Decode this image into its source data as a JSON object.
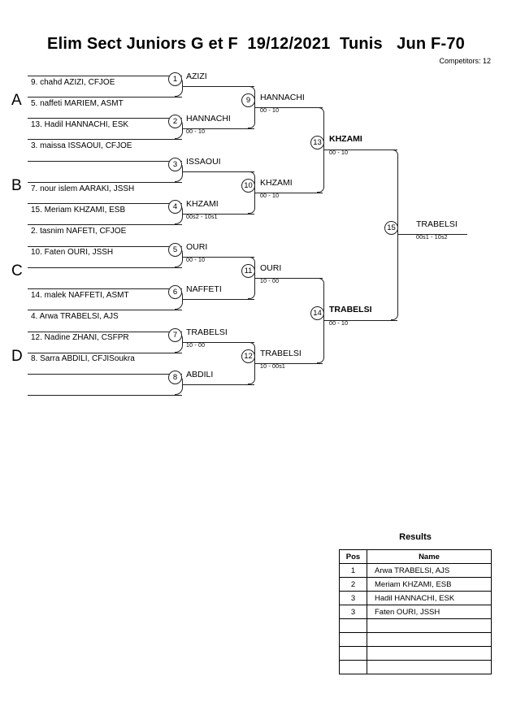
{
  "header": {
    "title": "Elim Sect Juniors G et F  19/12/2021  Tunis   Jun F-70",
    "competitors": "Competitors: 12"
  },
  "groups": [
    {
      "letter": "A"
    },
    {
      "letter": "B"
    },
    {
      "letter": "C"
    },
    {
      "letter": "D"
    }
  ],
  "entrants": [
    {
      "label": "9. chahd AZIZI, CFJOE"
    },
    {
      "label": "5. naffeti MARIEM, ASMT"
    },
    {
      "label": "13. Hadil HANNACHI, ESK"
    },
    {
      "label": "3. maissa ISSAOUI, CFJOE"
    },
    {
      "label": "7. nour islem AARAKI, JSSH"
    },
    {
      "label": "15. Meriam KHZAMI, ESB"
    },
    {
      "label": "2. tasnim NAFETI, CFJOE"
    },
    {
      "label": "10. Faten OURI, JSSH"
    },
    {
      "label": "14. malek NAFFETI, ASMT"
    },
    {
      "label": "4. Arwa TRABELSI, AJS"
    },
    {
      "label": "12. Nadine ZHANI, CSFPR"
    },
    {
      "label": "8. Sarra ABDILI, CFJISoukra"
    }
  ],
  "matches": [
    {
      "num": "1",
      "winner": "AZIZI",
      "score": ""
    },
    {
      "num": "2",
      "winner": "HANNACHI",
      "score": "00 - 10"
    },
    {
      "num": "3",
      "winner": "ISSAOUI",
      "score": ""
    },
    {
      "num": "4",
      "winner": "KHZAMI",
      "score": "00s2 - 10s1"
    },
    {
      "num": "5",
      "winner": "OURI",
      "score": "00 - 10"
    },
    {
      "num": "6",
      "winner": "NAFFETI",
      "score": ""
    },
    {
      "num": "7",
      "winner": "TRABELSI",
      "score": "10 - 00"
    },
    {
      "num": "8",
      "winner": "ABDILI",
      "score": ""
    },
    {
      "num": "9",
      "winner": "HANNACHI",
      "score": "00 - 10"
    },
    {
      "num": "10",
      "winner": "KHZAMI",
      "score": "00 - 10"
    },
    {
      "num": "11",
      "winner": "OURI",
      "score": "10 - 00"
    },
    {
      "num": "12",
      "winner": "TRABELSI",
      "score": "10 - 00s1"
    },
    {
      "num": "13",
      "winner": "KHZAMI",
      "score": "00 - 10"
    },
    {
      "num": "14",
      "winner": "TRABELSI",
      "score": "00 - 10"
    },
    {
      "num": "15",
      "winner": "TRABELSI",
      "score": "00s1 - 10s2"
    }
  ],
  "results": {
    "title": "Results",
    "columns": {
      "pos": "Pos",
      "name": "Name"
    },
    "rows": [
      {
        "pos": "1",
        "name": "Arwa TRABELSI, AJS"
      },
      {
        "pos": "2",
        "name": "Meriam KHZAMI, ESB"
      },
      {
        "pos": "3",
        "name": "Hadil HANNACHI, ESK"
      },
      {
        "pos": "3",
        "name": "Faten OURI, JSSH"
      },
      {
        "pos": "",
        "name": ""
      },
      {
        "pos": "",
        "name": ""
      },
      {
        "pos": "",
        "name": ""
      },
      {
        "pos": "",
        "name": ""
      }
    ]
  }
}
